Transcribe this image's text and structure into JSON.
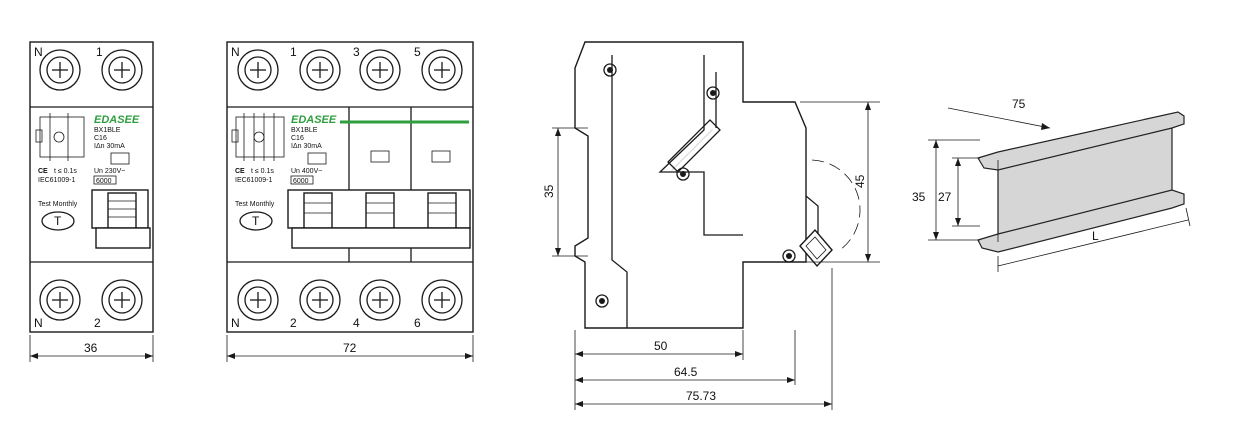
{
  "colors": {
    "line": "#1a1a1a",
    "brand_green": "#2e9e3e",
    "rail_grey": "#d6d6d6"
  },
  "breaker_1p": {
    "top_terminals": [
      "N",
      "1"
    ],
    "bottom_terminals": [
      "N",
      "2"
    ],
    "brand": "EDASEE",
    "model": "BX1BLE",
    "rating": "C16",
    "residual": "IΔn 30mA",
    "ce": "CE",
    "trip_time": "t ≤ 0.1s",
    "voltage": "Un 230V~",
    "capacity": "6000",
    "standard": "IEC61009-1",
    "test_label": "Test Monthly",
    "test_button": "T",
    "width_dim": "36"
  },
  "breaker_3p": {
    "top_terminals": [
      "N",
      "1",
      "3",
      "5"
    ],
    "bottom_terminals": [
      "N",
      "2",
      "4",
      "6"
    ],
    "brand": "EDASEE",
    "model": "BX1BLE",
    "rating": "C16",
    "residual": "IΔn 30mA",
    "ce": "CE",
    "trip_time": "t ≤ 0.1s",
    "voltage": "Un 400V~",
    "capacity": "6000",
    "standard": "IEC61009-1",
    "test_label": "Test Monthly",
    "test_button": "T",
    "width_dim": "72"
  },
  "side_view": {
    "height_dim": "45",
    "rail_dim": "35",
    "depth_dims": [
      "50",
      "64.5",
      "75.73"
    ]
  },
  "din_rail": {
    "length_dim": "75",
    "height_outer": "35",
    "height_inner": "27",
    "length_label": "L"
  }
}
